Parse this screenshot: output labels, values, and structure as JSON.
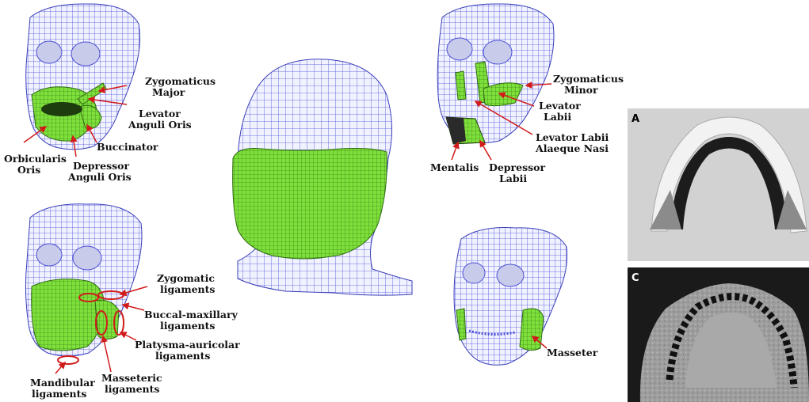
{
  "figure": {
    "top_left": {
      "labels": {
        "zygomaticus_major_1": "Zygomaticus",
        "zygomaticus_major_2": "Major",
        "levator_anguli_1": "Levator",
        "levator_anguli_2": "Anguli Oris",
        "buccinator": "Buccinator",
        "orbicularis_1": "Orbicularis",
        "orbicularis_2": "Oris",
        "depressor_anguli_1": "Depressor",
        "depressor_anguli_2": "Anguli Oris"
      }
    },
    "top_right": {
      "labels": {
        "zygomaticus_minor_1": "Zygomaticus",
        "zygomaticus_minor_2": "Minor",
        "levator_labii_1": "Levator",
        "levator_labii_2": "Labii",
        "levator_alaeque_1": "Levator Labii",
        "levator_alaeque_2": "Alaeque Nasi",
        "mentalis": "Mentalis",
        "depressor_labii_1": "Depressor",
        "depressor_labii_2": "Labii"
      }
    },
    "bottom_left": {
      "labels": {
        "zygomatic_lig_1": "Zygomatic",
        "zygomatic_lig_2": "ligaments",
        "buccal_max_1": "Buccal-maxillary",
        "buccal_max_2": "ligaments",
        "platysma_1": "Platysma-auricolar",
        "platysma_2": "ligaments",
        "mandibular_1": "Mandibular",
        "mandibular_2": "ligaments",
        "masseteric_1": "Masseteric",
        "masseteric_2": "ligaments"
      }
    },
    "bottom_right": {
      "labels": {
        "masseter": "Masseter"
      }
    },
    "right_panels": {
      "panel_a": "A",
      "panel_c": "C"
    },
    "colors": {
      "mesh_line": "#4a4fd6",
      "mesh_fill": "#eef0ff",
      "muscle_green": "#7ee03a",
      "arrow_red": "#d11b1b"
    }
  }
}
